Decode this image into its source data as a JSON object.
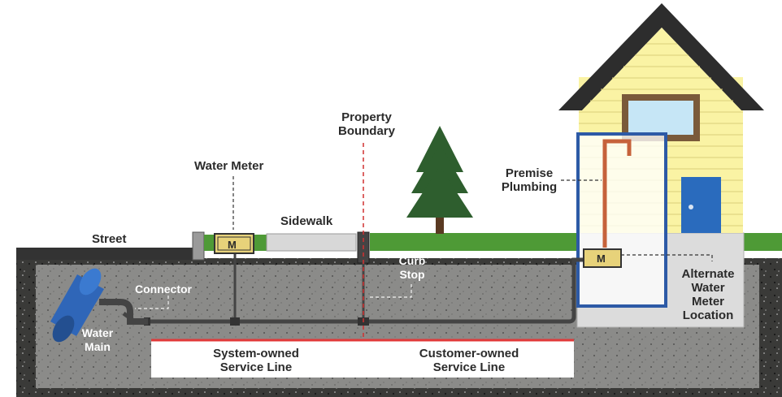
{
  "labels": {
    "street": "Street",
    "water_meter": "Water Meter",
    "sidewalk": "Sidewalk",
    "property_boundary": [
      "Property",
      "Boundary"
    ],
    "curb_stop": [
      "Curb",
      "Stop"
    ],
    "connector": "Connector",
    "water_main": [
      "Water",
      "Main"
    ],
    "premise_plumbing": [
      "Premise",
      "Plumbing"
    ],
    "alternate_meter": [
      "Alternate",
      "Water",
      "Meter",
      "Location"
    ],
    "meter_symbol": "M"
  },
  "ownership": {
    "system": [
      "System-owned",
      "Service Line"
    ],
    "customer": [
      "Customer-owned",
      "Service Line"
    ]
  },
  "colors": {
    "soil": "#3a3a38",
    "trench": "#8b8b89",
    "grass": "#4e9a36",
    "street": "#333333",
    "sidewalk": "#d8d8d8",
    "pipe": "#444444",
    "water_main": "#2f66b8",
    "meter": "#e7d27a",
    "house_siding": "#faf3a4",
    "roof": "#2d2d2d",
    "door": "#2a6bbd",
    "plumbing": "#c6623b",
    "highlight_box": "#2d5aa6",
    "tree": "#2e5e2e",
    "boundary_line": "#d03030",
    "ownership_line": "#e03a3a"
  }
}
